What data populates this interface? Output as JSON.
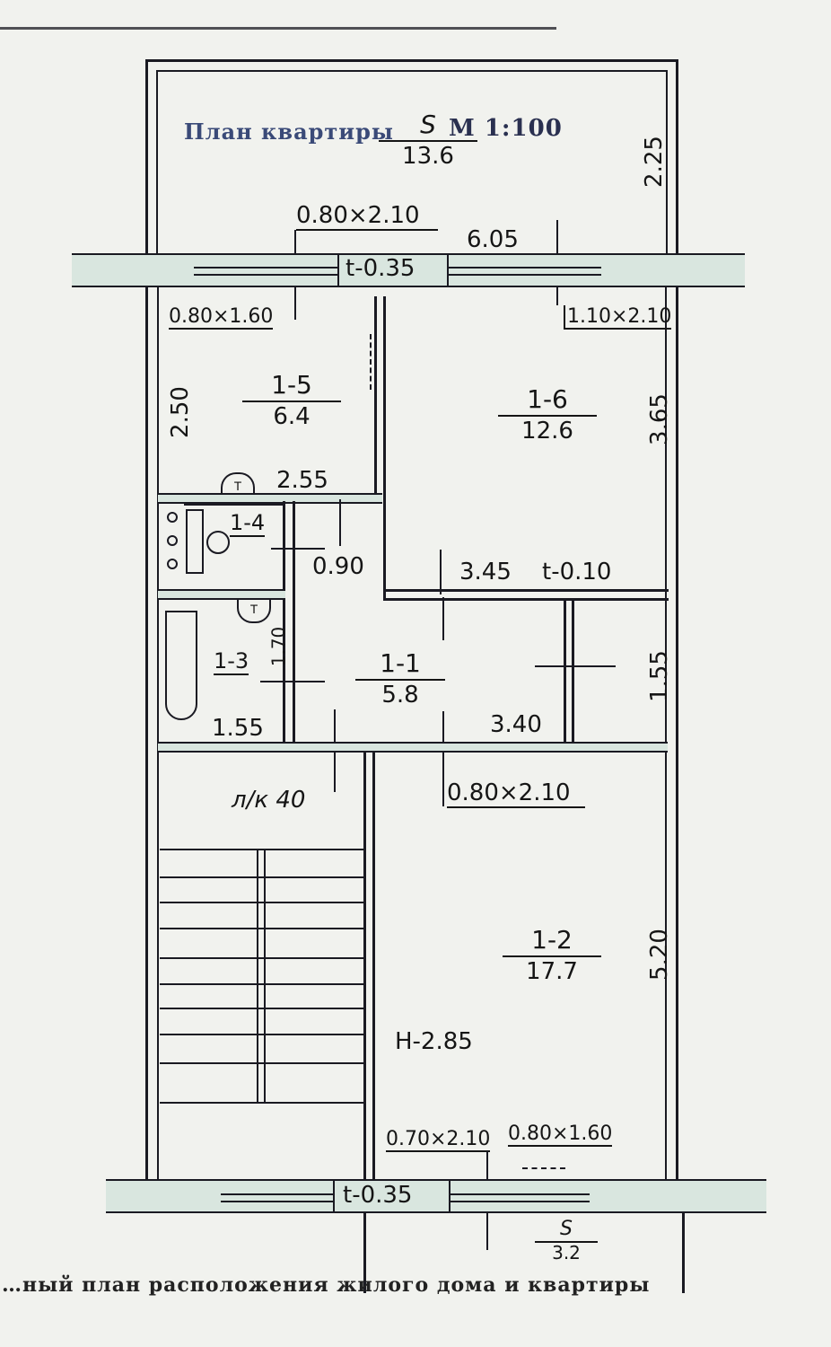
{
  "header": {
    "stamp_title": "План квартиры",
    "scale_label": "М 1:100",
    "top_rule_text": ""
  },
  "footer": {
    "caption": "…ный план расположения жилого дома и квартиры"
  },
  "colors": {
    "paper": "#f1f2ee",
    "ink": "#1a1a22",
    "wall_fill": "#d9e6df",
    "stamp_ink": "#3a4a78"
  },
  "rooms": [
    {
      "id": "balcony-top",
      "number": "S",
      "area": "13.6"
    },
    {
      "id": "1-5",
      "number": "1-5",
      "area": "6.4"
    },
    {
      "id": "1-6",
      "number": "1-6",
      "area": "12.6"
    },
    {
      "id": "1-4",
      "number": "1-4",
      "area": ""
    },
    {
      "id": "1-3",
      "number": "1-3",
      "area": ""
    },
    {
      "id": "1-1",
      "number": "1-1",
      "area": "5.8"
    },
    {
      "id": "1-2",
      "number": "1-2",
      "area": "17.7"
    },
    {
      "id": "balcony-bottom",
      "number": "S",
      "area": "3.2"
    }
  ],
  "dimensions": {
    "top_balcony_depth": "2.25",
    "top_door": "0.80×2.10",
    "outer_wall_length": "6.05",
    "outer_wall_top_thickness": "t-0.35",
    "window_1_5": "0.80×1.60",
    "window_1_6": "1.10×2.10",
    "room_1_5_height": "2.50",
    "room_1_5_width": "2.55",
    "room_1_6_height": "3.65",
    "room_1_6_width": "3.45",
    "partition_thickness": "t-0.10",
    "corridor_width": "0.90",
    "bath_height": "1.70",
    "bath_width": "1.55",
    "hall_width": "3.40",
    "hall_height": "1.55",
    "door_1_2": "0.80×2.10",
    "stair_label": "л/к 40",
    "room_1_2_height": "5.20",
    "ceiling_height": "H-2.85",
    "door_bottom": "0.70×2.10",
    "window_bottom": "0.80×1.60",
    "outer_wall_bottom_thickness": "t-0.35"
  },
  "symbols": {
    "toilet_mark_1": "T",
    "toilet_mark_2": "T"
  }
}
